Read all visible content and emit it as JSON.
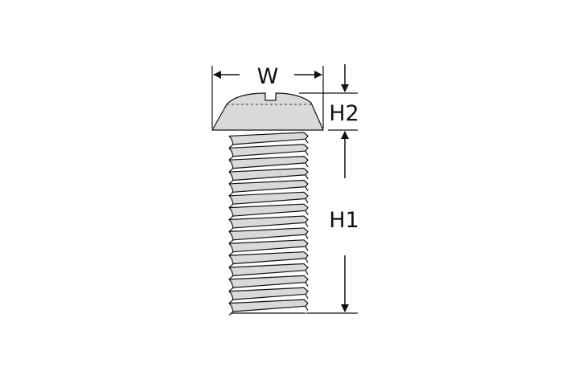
{
  "labels": {
    "width": "W",
    "head_height": "H2",
    "shank_height": "H1"
  },
  "colors": {
    "fill": "#d9d9d9",
    "stroke": "#111111"
  },
  "thread_count": 15
}
